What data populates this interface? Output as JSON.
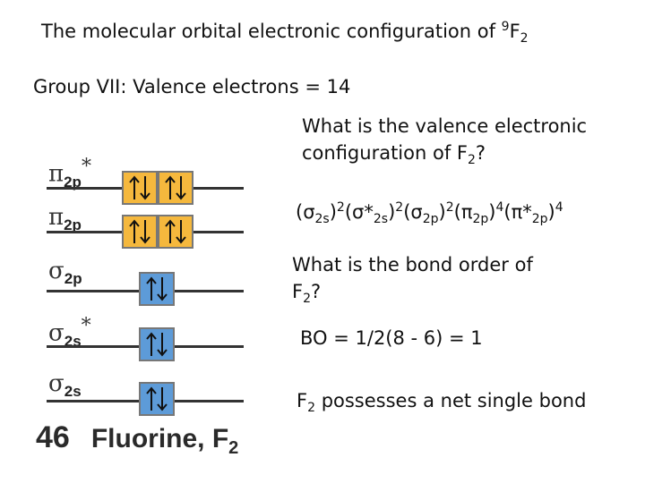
{
  "title": {
    "text": "The molecular orbital electronic configuration of ",
    "sup": "9",
    "mol": "F",
    "sub": "2"
  },
  "group_line": "Group VII: Valence electrons = 14",
  "question1": {
    "line1": "What is the valence electronic",
    "line2_a": "configuration of F",
    "line2_sub": "2",
    "line2_b": "?"
  },
  "config": {
    "p1": "(σ",
    "s1": "2s",
    "e1": "2",
    "p2": "(σ*",
    "s2": "2s",
    "e2": "2",
    "p3": "(σ",
    "s3": "2p",
    "e3": "2",
    "p4": "(π",
    "s4": "2p",
    "e4": "4",
    "p5": "(π*",
    "s5": "2p",
    "e5": "4"
  },
  "question2": {
    "line1": "What is the bond order of",
    "line2_a": "F",
    "line2_sub": "2",
    "line2_b": "?"
  },
  "bond_order": "BO = 1/2(8  -  6) = 1",
  "net_bond": {
    "a": "F",
    "sub": "2",
    "b": " possesses a net single bond"
  },
  "mo_labels": [
    {
      "sym": "π",
      "sub": "2p",
      "star": "*"
    },
    {
      "sym": "π",
      "sub": "2p",
      "star": ""
    },
    {
      "sym": "σ",
      "sub": "2p",
      "star": ""
    },
    {
      "sym": "σ",
      "sub": "2s",
      "star": "*"
    },
    {
      "sym": "σ",
      "sub": "2s",
      "star": ""
    }
  ],
  "orbital_electrons": {
    "pi_2p_star": 4,
    "pi_2p": 4,
    "sigma_2p": 2,
    "sigma_2s_star": 2,
    "sigma_2s": 2
  },
  "caption": {
    "number": "46",
    "name": "Fluorine, F",
    "name_sub": "2"
  },
  "colors": {
    "pi_box": "#f5b83d",
    "sigma_box": "#5d9bd8",
    "line": "#333333"
  }
}
